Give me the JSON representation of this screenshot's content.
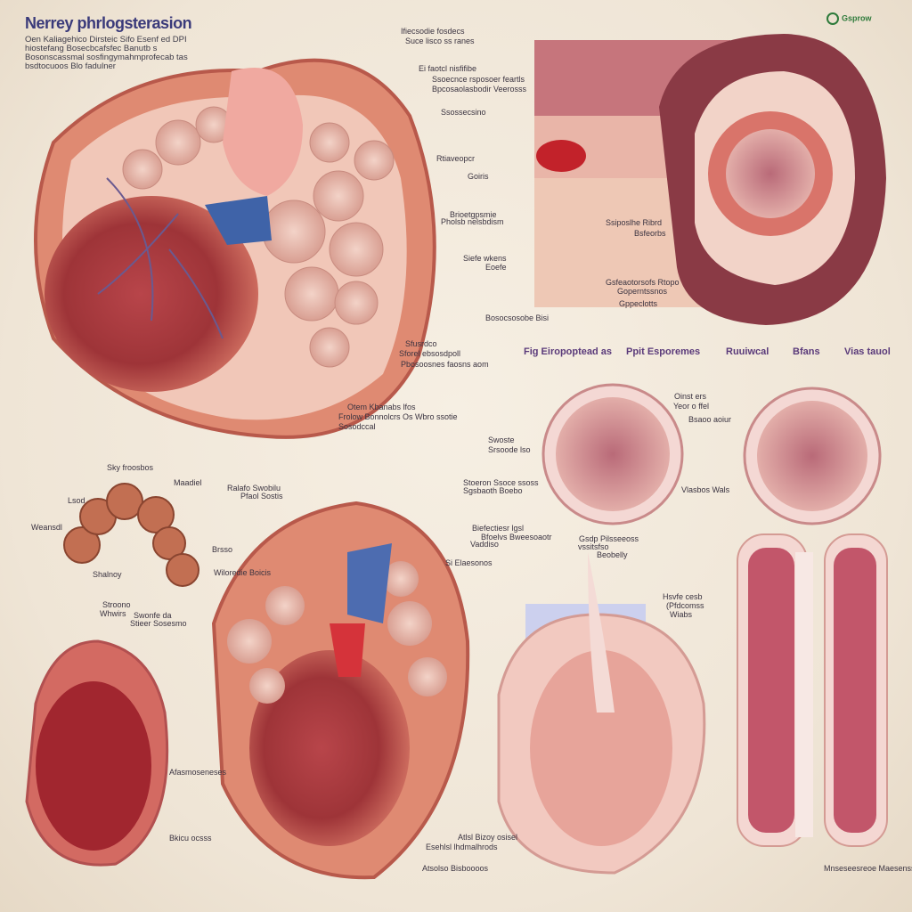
{
  "title": "Nerrey phrlogsterasion",
  "intro": [
    "Oen Kaliagehico Dirsteic Sifo Esenf ed DPI",
    "hiostefang Bosecbcafsfec Banutb s",
    "Bosonscassmal sosfingymahmprofecab tas",
    "bsdtocuoos Blo fadulner"
  ],
  "logo": "Gsprow",
  "section_headers": [
    "Fig Eiropoptead as",
    "Ppit Esporemes",
    "Ruuiwcal",
    "Bfans",
    "Vias tauol"
  ],
  "labels": {
    "top": [
      "Ifiecsodie fosdecs",
      "Suce lisco ss ranes",
      "Ei faotcl nisfifibe",
      "Ssoecnce rsposoer feartls",
      "Bpcosaolasbodir Veerosss",
      "Ssossecsino",
      "Rtiaveopcr",
      "Goiris",
      "Brioetgpsmie",
      "Pholsb nelsbdism",
      "Siefe wkens",
      "Eoefe",
      "Bosocsosobe Bisi"
    ],
    "middle": [
      "Sfusrdco",
      "Sforel ebsosdpoll",
      "Pbosoosnes faosns aom",
      "Otem Kbanabs lfos",
      "Frolow Bonnolcrs Os Wbro ssotie",
      "Sosodccal",
      "Swoste",
      "Srsoode lso",
      "Stoeron Ssoce ssoss",
      "Sgsbaoth Boebo",
      "Oinst ers",
      "Yeor o ffel",
      "Bsaoo aoiur",
      "Vlasbos Wals"
    ],
    "kidney_panel": [
      "Gsfeaotorsofs Rtopo",
      "Goperntssnos",
      "Gppeclotts",
      "Ssiposlhe Ribrd",
      "Bsfeorbs"
    ],
    "bottom": [
      "Sky froosbos",
      "Maadiel",
      "Lsod",
      "Weansdl",
      "Ralafo Swobilu",
      "Pfaol Sostis",
      "Brsso",
      "Shalnoy",
      "Stroono",
      "Whwirs",
      "Swonfe da",
      "Stieer Sosesmo",
      "Wiloredie Boicis",
      "Biefectiesr lgsl",
      "Bfoelvs Bweesoaotr",
      "Vaddiso",
      "Si Elaesonos",
      "Gsdp Pilsseeoss",
      "vssitsfso",
      "Beobelly",
      "Hsvfe cesb",
      "(Pfdcomss",
      "Wiabs",
      "Afasmoseneses",
      "Bkicu ocsss",
      "Atlsl Bizoy osisel",
      "Esehlsl lhdmalhrods",
      "Atsolso Bisboooos",
      "Mnseseesreoe Maesenss Biosone"
    ]
  }
}
